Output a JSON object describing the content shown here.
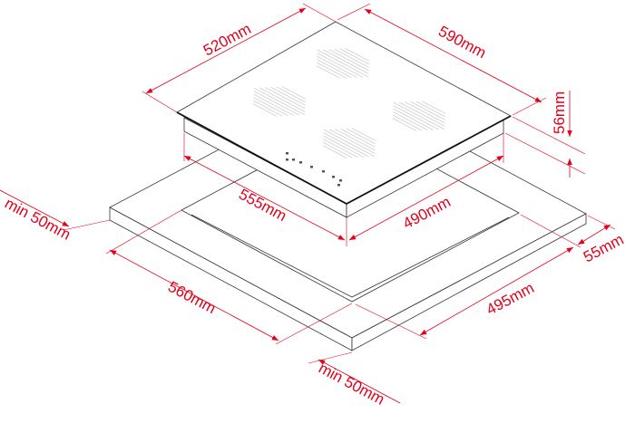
{
  "title": "Hob installation dimensions",
  "colors": {
    "dimension": "#e2001a",
    "outline": "#333333"
  },
  "dimensions": {
    "hob_width": "520mm",
    "hob_depth": "590mm",
    "hob_height": "56mm",
    "body_width": "555mm",
    "body_depth": "490mm",
    "clearance_left": "min 50mm",
    "cutout_width": "560mm",
    "clearance_front": "min 50mm",
    "cutout_depth": "495mm",
    "countertop_margin": "55mm"
  }
}
